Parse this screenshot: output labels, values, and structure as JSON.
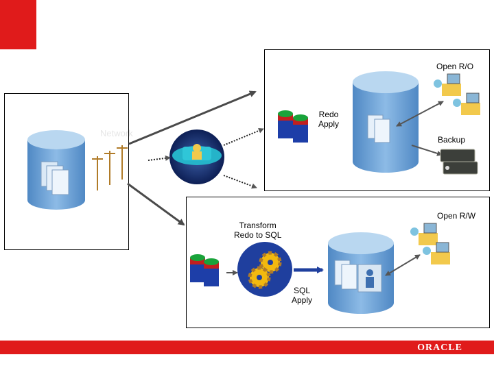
{
  "slide": {
    "top_block_color": "#e01b1b",
    "footer_color": "#e01b1b",
    "footer_logo": "ORACLE"
  },
  "labels": {
    "faded": "Network",
    "open_ro": "Open R/O",
    "redo_apply": "Redo\nApply",
    "backup": "Backup",
    "open_rw": "Open R/W",
    "transform": "Transform\nRedo to SQL",
    "sql_apply": "SQL\nApply"
  },
  "icons": [
    "database-icon",
    "network-poles-icon",
    "globe-operator-icon",
    "redo-stack-icon",
    "datafile-icon",
    "workstation-icon",
    "tape-backup-icon",
    "gears-icon"
  ],
  "colors": {
    "db_top": "#b9d7f0",
    "db_body": "#6fa6d9",
    "arrow": "#4a4a4a",
    "gear": "#f2b90f",
    "disk_green": "#19a33a",
    "disk_red": "#c21f1f",
    "disk_blue": "#1d3ea8"
  }
}
